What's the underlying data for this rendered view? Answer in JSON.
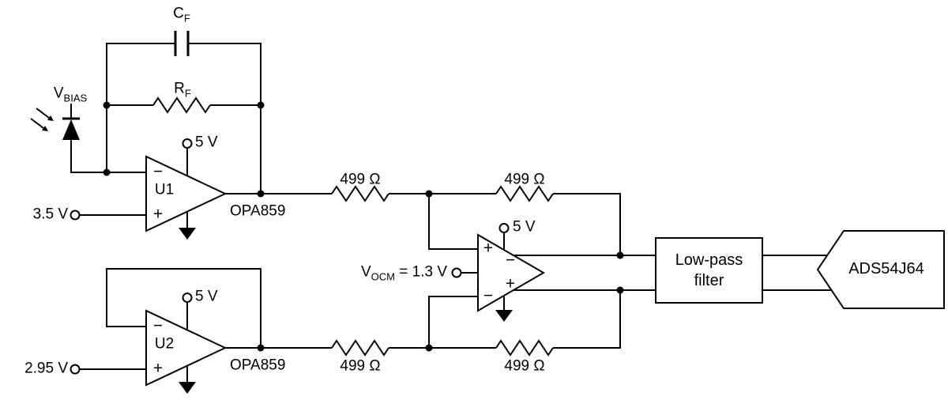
{
  "schematic": {
    "components": {
      "cf": {
        "base": "C",
        "sub": "F"
      },
      "rf": {
        "base": "R",
        "sub": "F"
      },
      "vbias": {
        "base": "V",
        "sub": "BIAS"
      },
      "vocm": {
        "base": "V",
        "sub": "OCM",
        "value": " = 1.3 V"
      },
      "u1": {
        "ref": "U1",
        "part": "OPA859",
        "supply": "5 V",
        "input": "3.5 V",
        "neg": "−",
        "pos": "+"
      },
      "u2": {
        "ref": "U2",
        "part": "OPA859",
        "supply": "5 V",
        "input": "2.95 V",
        "neg": "−",
        "pos": "+"
      },
      "fda": {
        "supply": "5 V",
        "in_pos": "+",
        "in_neg": "−",
        "out_neg": "−",
        "out_pos": "+"
      },
      "r_top_left": "499 Ω",
      "r_top_right": "499 Ω",
      "r_bottom_left": "499 Ω",
      "r_bottom_right": "499 Ω",
      "lowpass": {
        "line1": "Low-pass",
        "line2": "filter"
      },
      "adc": "ADS54J64"
    },
    "colors": {
      "wire": "#000000",
      "background": "#ffffff"
    }
  }
}
